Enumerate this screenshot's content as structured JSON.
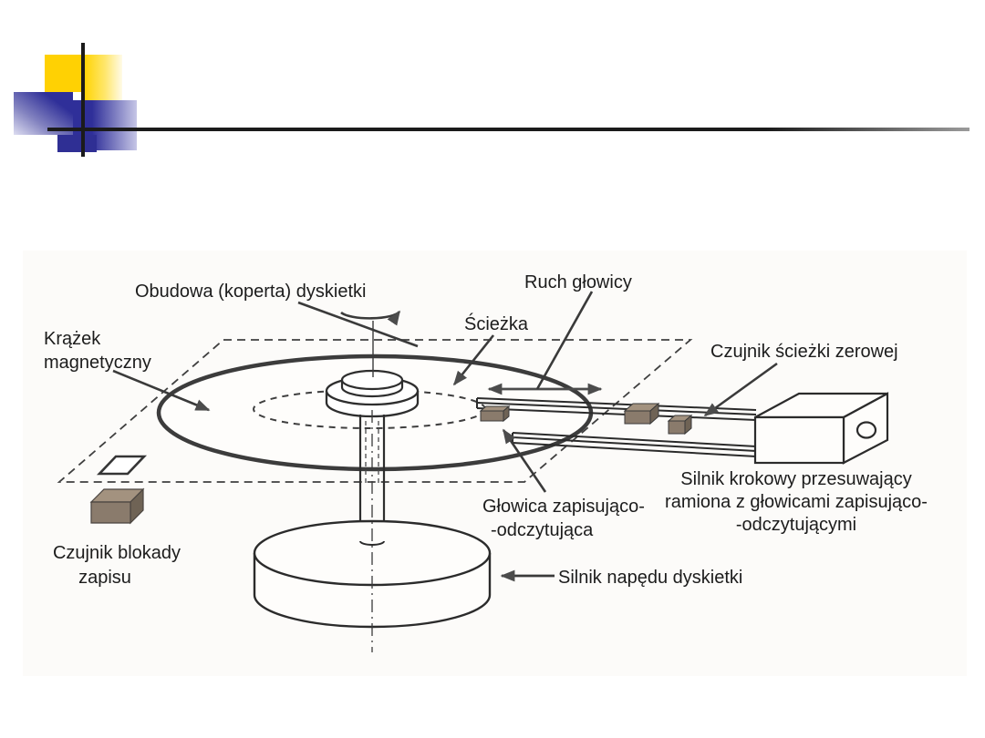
{
  "slide": {
    "accent_colors": {
      "yellow": "#FFD103",
      "navy": "#2F2F99",
      "rule_line": "#1B1B1B"
    }
  },
  "diagram": {
    "title_semantic": "floppy-disk-drive-mechanism",
    "line_color": "#3A3A3A",
    "block_colors": {
      "top": "#A3927F",
      "front": "#8A7B6C",
      "side": "#6F6355"
    },
    "labels": {
      "obudowa": "Obudowa (koperta) dyskietki",
      "ruch_glowicy": "Ruch głowicy",
      "sciezka": "Ścieżka",
      "krazek_line1": "Krążek",
      "krazek_line2": "magnetyczny",
      "czujnik_sciezki": "Czujnik ścieżki zerowej",
      "silnik_krokowy_line1": "Silnik krokowy przesuwający",
      "silnik_krokowy_line2": "ramiona z głowicami zapisująco-",
      "silnik_krokowy_line3": "-odczytującymi",
      "glowica_line1": "Głowica zapisująco-",
      "glowica_line2": "-odczytująca",
      "czujnik_blokady_line1": "Czujnik blokady",
      "czujnik_blokady_line2": "zapisu",
      "silnik_napedu": "Silnik napędu dyskietki"
    }
  }
}
